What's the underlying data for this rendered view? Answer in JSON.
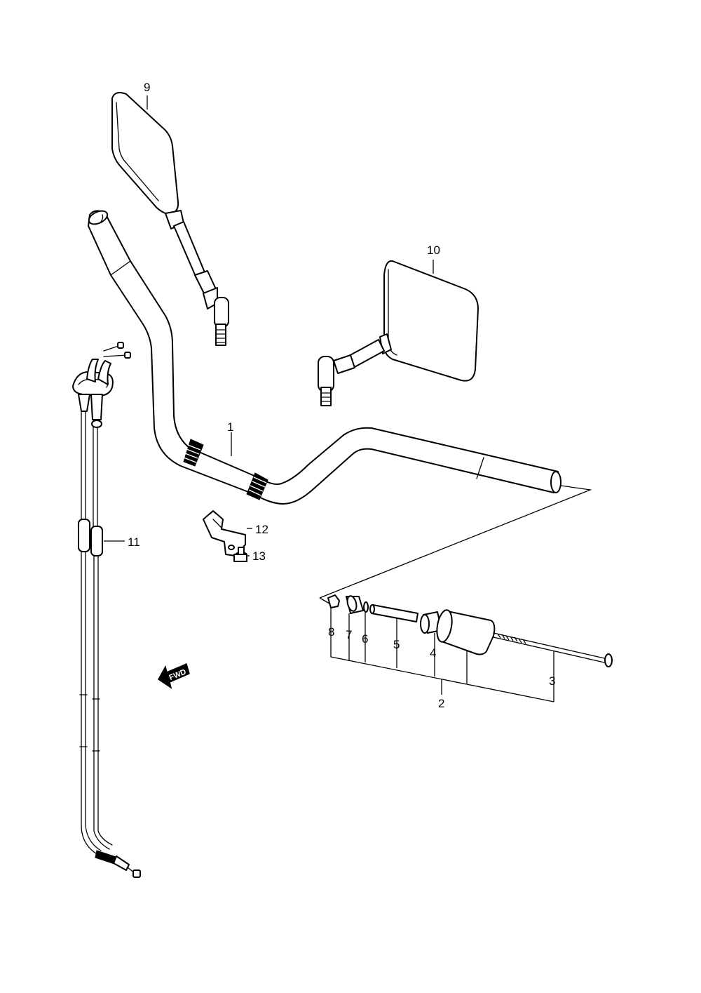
{
  "labels": {
    "p1": "1",
    "p2": "2",
    "p3": "3",
    "p4": "4",
    "p5": "5",
    "p6": "6",
    "p7": "7",
    "p8": "8",
    "p9": "9",
    "p10": "10",
    "p11": "11",
    "p12": "12",
    "p13": "13"
  },
  "fwd_arrow": {
    "text": "FWD"
  }
}
